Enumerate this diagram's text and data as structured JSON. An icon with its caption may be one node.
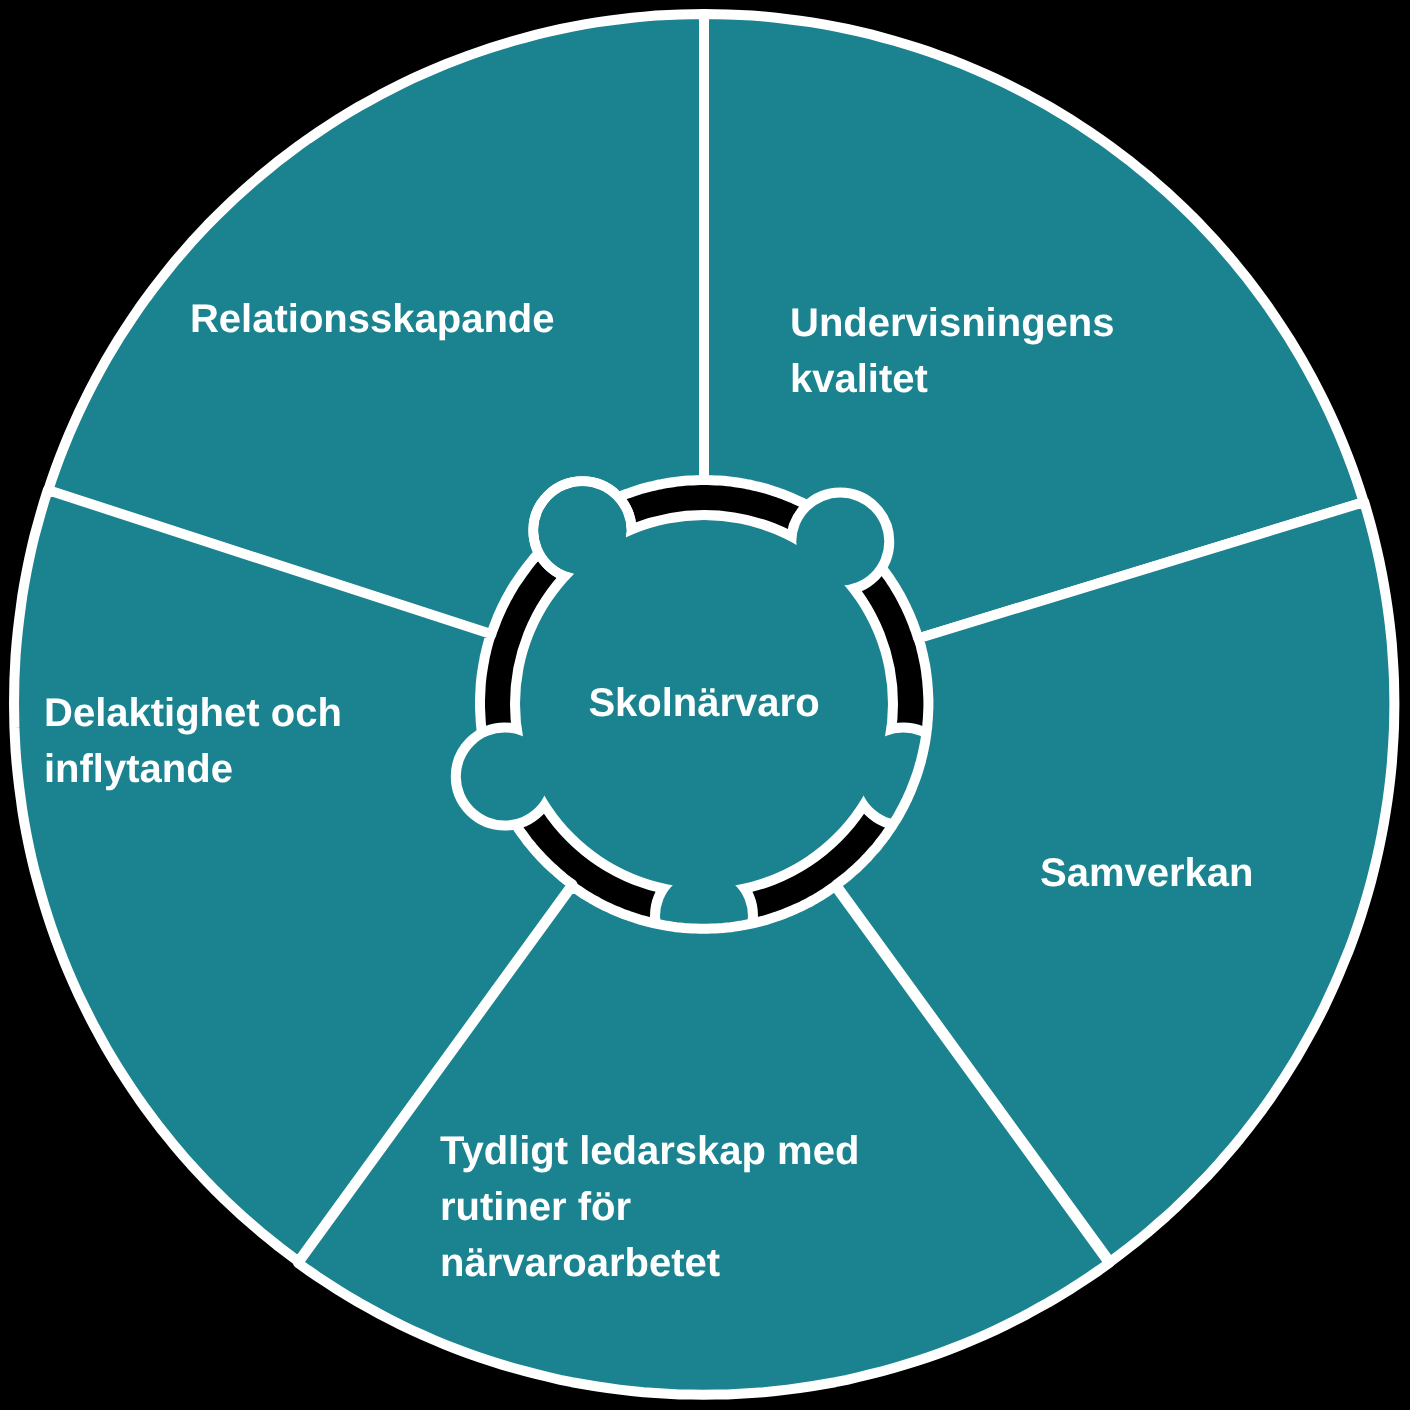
{
  "diagram": {
    "nodes": [
      {
        "text": [
          "Relationsskapande"
        ]
      },
      {
        "text": [
          "Undervisningens kvalitet"
        ]
      },
      {
        "text": [
          "Delaktighet och inflytande"
        ]
      },
      {
        "text": [
          "Skolnärvaro"
        ]
      },
      {
        "text": [
          "Samverkan"
        ]
      },
      {
        "text": [
          "Tydligt ledarskap med rutiner för närvaroarbetet"
        ]
      }
    ]
  }
}
